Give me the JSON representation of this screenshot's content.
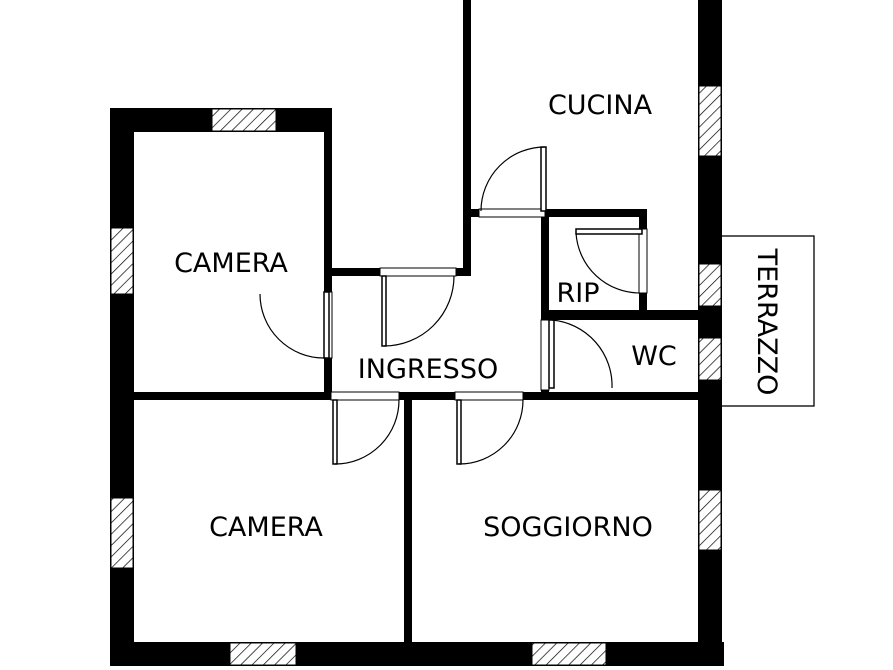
{
  "plan": {
    "rooms": {
      "cucina": "CUCINA",
      "camera_top": "CAMERA",
      "camera_bottom": "CAMERA",
      "ingresso": "INGRESSO",
      "rip": "RIP",
      "wc": "WC",
      "soggiorno": "SOGGIORNO",
      "terrazzo": "TERRAZZO"
    },
    "colors": {
      "wall": "#000000",
      "background": "#ffffff"
    }
  }
}
